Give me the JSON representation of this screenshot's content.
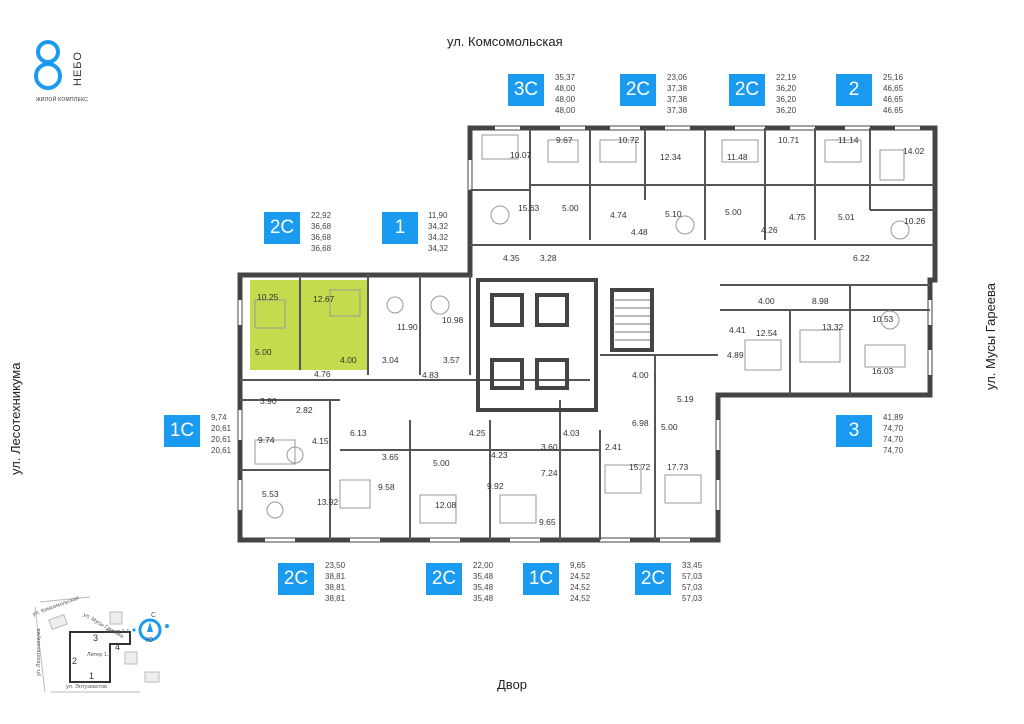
{
  "logo": {
    "brand": "НЕБО",
    "subtitle": "ЖИЛОЙ КОМПЛЕКС",
    "accent_color": "#1a9bef"
  },
  "streets": {
    "north": "ул. Комсомольская",
    "west": "ул. Лесотехникума",
    "east": "ул. Мусы Гареева",
    "south": "Двор"
  },
  "apartments": [
    {
      "type": "3С",
      "areas": [
        "35,37",
        "48,00",
        "48,00",
        "48,00"
      ]
    },
    {
      "type": "2С",
      "areas": [
        "23,06",
        "37,38",
        "37,38",
        "37,38"
      ]
    },
    {
      "type": "2С",
      "areas": [
        "22,19",
        "36,20",
        "36,20",
        "36,20"
      ]
    },
    {
      "type": "2",
      "areas": [
        "25,16",
        "46,65",
        "46,65",
        "46,65"
      ]
    },
    {
      "type": "2С",
      "areas": [
        "22,92",
        "36,68",
        "36,68",
        "36,68"
      ]
    },
    {
      "type": "1",
      "areas": [
        "11,90",
        "34,32",
        "34,32",
        "34,32"
      ]
    },
    {
      "type": "1С",
      "areas": [
        "9,74",
        "20,61",
        "20,61",
        "20,61"
      ]
    },
    {
      "type": "3",
      "areas": [
        "41,89",
        "74,70",
        "74,70",
        "74,70"
      ]
    },
    {
      "type": "2С",
      "areas": [
        "23,50",
        "38,81",
        "38,81",
        "38,81"
      ]
    },
    {
      "type": "2С",
      "areas": [
        "22,00",
        "35,48",
        "35,48",
        "35,48"
      ]
    },
    {
      "type": "1С",
      "areas": [
        "9,65",
        "24,52",
        "24,52",
        "24,52"
      ]
    },
    {
      "type": "2С",
      "areas": [
        "33,45",
        "57,03",
        "57,03",
        "57,03"
      ]
    }
  ],
  "rooms": [
    "10.07",
    "9.67",
    "10.72",
    "12.34",
    "11.48",
    "10.71",
    "11.14",
    "14.02",
    "15.63",
    "5.00",
    "4.74",
    "5.10",
    "5.00",
    "4.75",
    "5.01",
    "10.26",
    "4.48",
    "4.26",
    "6.22",
    "4.35",
    "3.28",
    "10.25",
    "12.67",
    "11.90",
    "10.98",
    "4.00",
    "8.98",
    "10.53",
    "5.00",
    "4.00",
    "3.04",
    "3.57",
    "4.41",
    "12.54",
    "13.32",
    "4.76",
    "4.83",
    "4.89",
    "16.03",
    "3.90",
    "2.82",
    "4.00",
    "5.19",
    "9.74",
    "4.15",
    "6.13",
    "4.25",
    "3.60",
    "4.03",
    "6.98",
    "5.00",
    "2.41",
    "3.65",
    "5.00",
    "4.23",
    "7.24",
    "15.72",
    "17.73",
    "5.53",
    "13.92",
    "9.58",
    "12.08",
    "9.92",
    "9.65"
  ],
  "minimap": {
    "labels": [
      "ул. Комсомольская",
      "ул. Мусы Гареева",
      "Литер 1.1",
      "Литер 1.2",
      "ул. Лесотехникума",
      "ул. Энтузиастов"
    ],
    "sections": [
      "1",
      "2",
      "3",
      "4"
    ],
    "compass": [
      "С",
      "Ю"
    ]
  },
  "colors": {
    "highlight": "#bcd42e",
    "wall": "#444444",
    "badge": "#1a9bef"
  }
}
